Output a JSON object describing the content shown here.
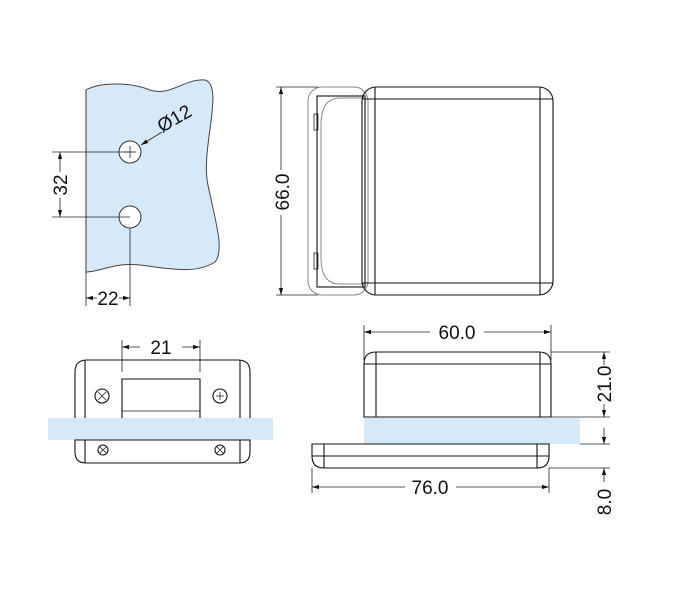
{
  "glass_color": "#d6e9f8",
  "plan_view": {
    "hole_diameter": "Ø12",
    "hole_spacing": "32",
    "edge_distance": "22"
  },
  "side_view": {
    "height": "66.0"
  },
  "front_view": {
    "window_width": "21"
  },
  "end_view": {
    "body_width": "60.0",
    "base_width": "76.0",
    "body_height": "21.0",
    "base_height": "8.0"
  }
}
